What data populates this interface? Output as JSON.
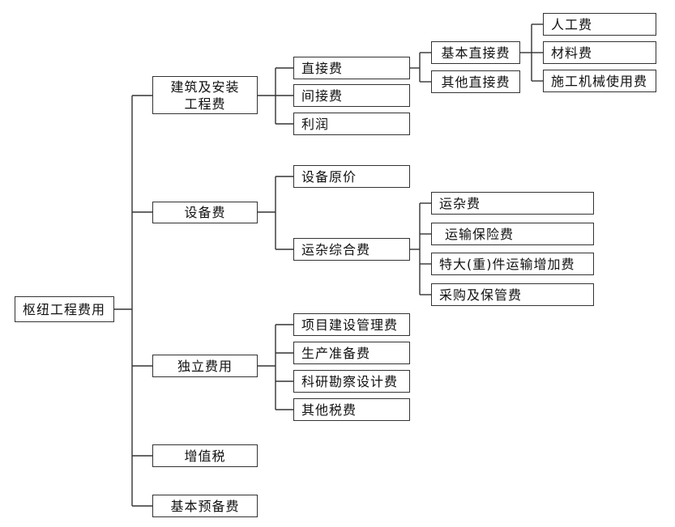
{
  "root": "枢纽工程费用",
  "construction": {
    "label_line1": "建筑及安装",
    "label_line2": "工程费"
  },
  "construction_children": [
    "直接费",
    "间接费",
    "利润"
  ],
  "direct_children": [
    "基本直接费",
    "其他直接费"
  ],
  "basic_direct_children": [
    "人工费",
    "材料费",
    "施工机械使用费"
  ],
  "equipment": "设备费",
  "equipment_children": [
    "设备原价",
    "运杂综合费"
  ],
  "freight_children": [
    "运杂费",
    "运输保险费",
    "特大(重)件运输增加费",
    "采购及保管费"
  ],
  "independent": "独立费用",
  "independent_children": [
    "项目建设管理费",
    "生产准备费",
    "科研勘察设计费",
    "其他税费"
  ],
  "vat": "增值税",
  "reserve": "基本预备费"
}
